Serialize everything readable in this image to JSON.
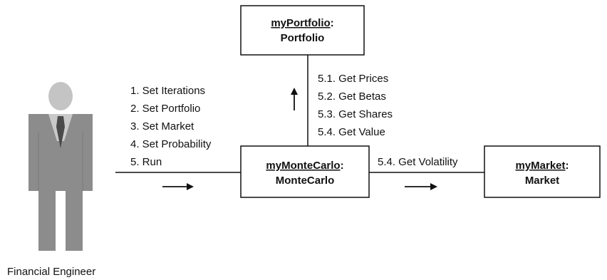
{
  "actor": {
    "label": "Financial Engineer"
  },
  "objects": {
    "portfolio": {
      "instance": "myPortfolio",
      "class": "Portfolio"
    },
    "montecarlo": {
      "instance": "myMonteCarlo",
      "class": "MonteCarlo"
    },
    "market": {
      "instance": "myMarket",
      "class": "Market"
    }
  },
  "messages": {
    "actor_to_montecarlo": [
      "1. Set Iterations",
      "2. Set Portfolio",
      "3. Set Market",
      "4. Set Probability",
      "5. Run"
    ],
    "montecarlo_to_portfolio": [
      "5.1. Get Prices",
      "5.2. Get Betas",
      "5.3. Get Shares",
      "5.4. Get Value"
    ],
    "montecarlo_to_market": [
      "5.4. Get Volatility"
    ]
  },
  "colors": {
    "figure_body": "#8c8c8c",
    "figure_head": "#c4c4c4",
    "figure_shirt": "#c9c9c9",
    "figure_tie": "#4a4a4a",
    "line": "#111111"
  }
}
